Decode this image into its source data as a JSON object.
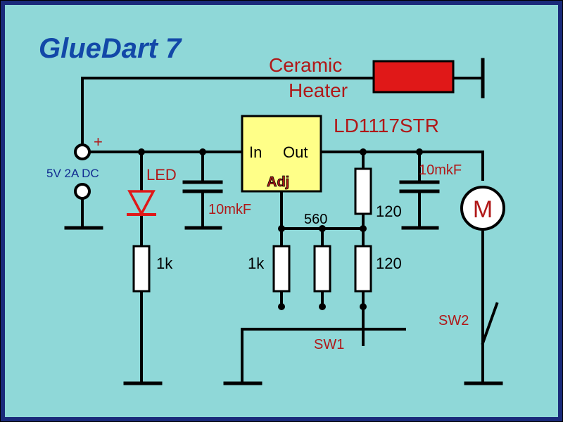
{
  "title": "GlueDart 7",
  "colors": {
    "background": "#8fd8d8",
    "border": "#1a2a7a",
    "title": "#1248a8",
    "red_label": "#b01818",
    "blue_label": "#102a90",
    "heater_fill": "#e01818",
    "regulator_fill": "#ffff88",
    "resistor_fill": "#ffffff",
    "motor_fill": "#ffffff"
  },
  "labels": {
    "heater_line1": "Ceramic",
    "heater_line2": "Heater",
    "regulator_name": "LD1117STR",
    "reg_in": "In",
    "reg_out": "Out",
    "reg_adj": "Adj",
    "supply_plus": "+",
    "supply": "5V 2A DC",
    "led": "LED",
    "cap_in": "10mkF",
    "cap_out": "10mkF",
    "r_led": "1k",
    "r_560": "560",
    "r_1k": "1k",
    "r_120_top": "120",
    "r_120_bottom": "120",
    "motor": "M",
    "sw1": "SW1",
    "sw2": "SW2"
  }
}
